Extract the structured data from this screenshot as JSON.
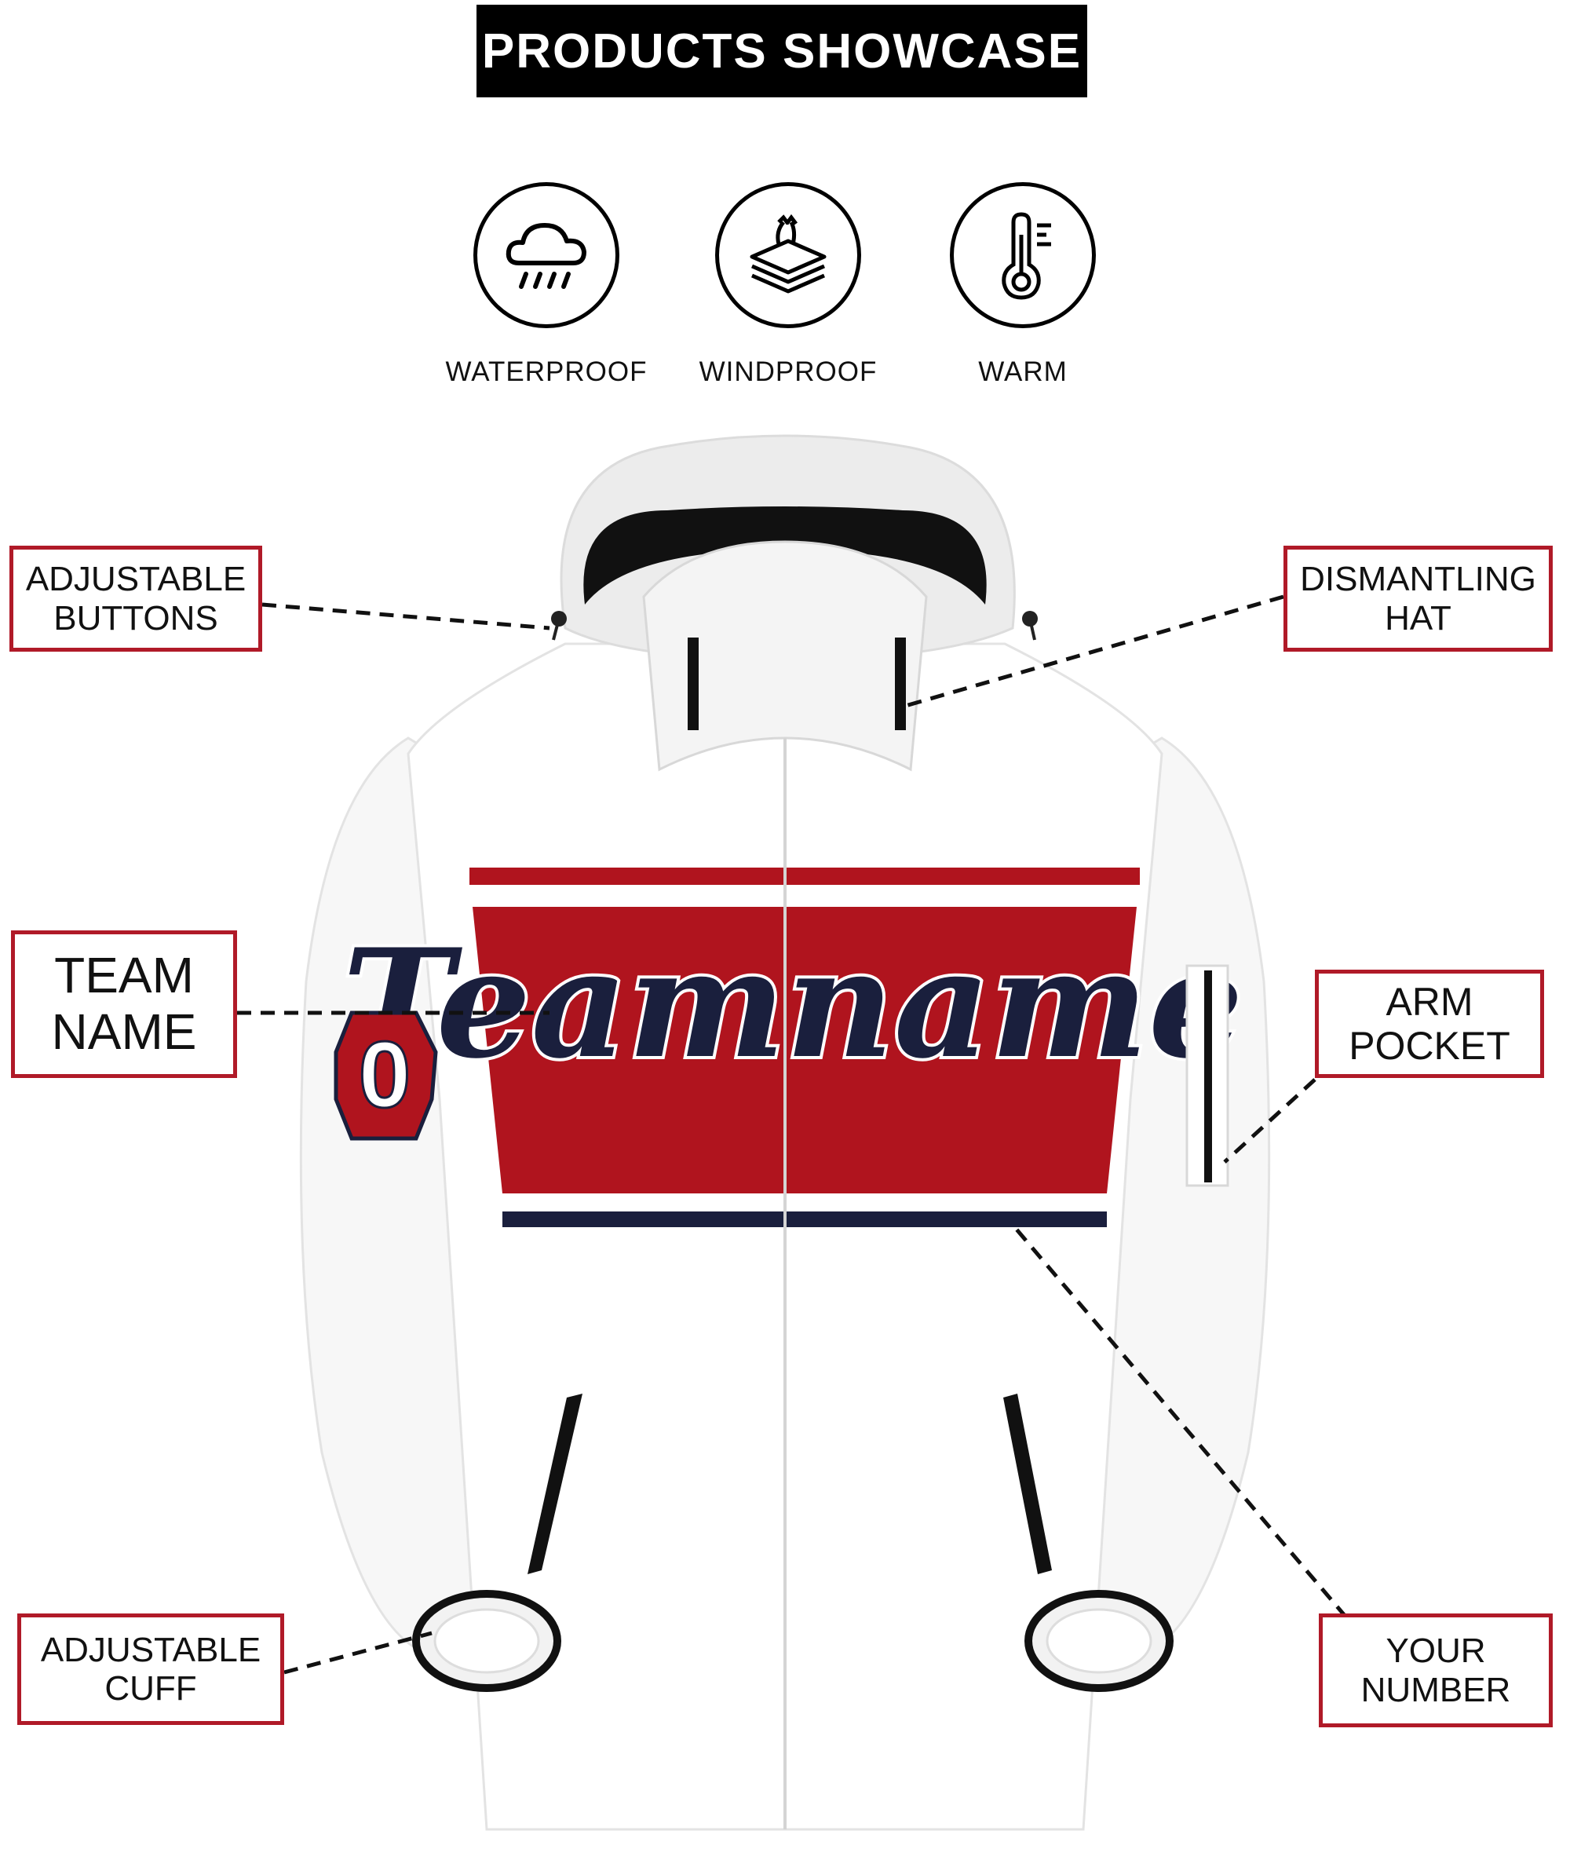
{
  "header": {
    "title": "PRODUCTS SHOWCASE"
  },
  "features": [
    {
      "label": "WATERPROOF",
      "icon": "rain-cloud-icon"
    },
    {
      "label": "WINDPROOF",
      "icon": "layers-wind-icon"
    },
    {
      "label": "WARM",
      "icon": "thermometer-icon"
    }
  ],
  "callouts": {
    "adjustable_buttons": "ADJUSTABLE\nBUTTONS",
    "dismantling_hat": "DISMANTLING\nHAT",
    "team_name": "TEAM\nNAME",
    "arm_pocket": "ARM\nPOCKET",
    "adjustable_cuff": "ADJUSTABLE\nCUFF",
    "your_number": "YOUR\nNUMBER"
  },
  "jacket": {
    "chest_text": "Teamname",
    "sleeve_number": "0",
    "colors": {
      "body": "#ffffff",
      "accent_red": "#b0141e",
      "navy": "#1a1f3d",
      "callout_border": "#b01a28"
    }
  }
}
